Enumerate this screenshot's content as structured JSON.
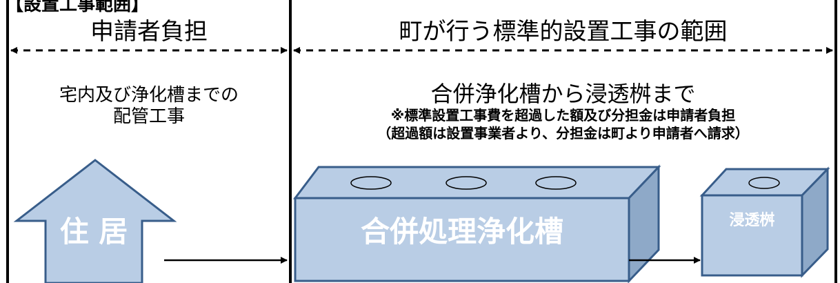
{
  "header_partial": "【設置工事範囲】",
  "sections": {
    "left": {
      "title": "申請者負担",
      "description_line1": "宅内及び浄化槽までの",
      "description_line2": "配管工事"
    },
    "right": {
      "title": "町が行う標準的設置工事の範囲",
      "description": "合併浄化槽から浸透桝まで",
      "note_line1": "※標準設置工事費を超過した額及び分担金は申請者負担",
      "note_line2": "（超過額は設置事業者より、分担金は町より申請者へ請求）"
    }
  },
  "objects": {
    "house_label": "住 居",
    "tank_label": "合併処理浄化槽",
    "basin_label": "浸透桝"
  },
  "colors": {
    "box_face": "#b9cde5",
    "box_side": "#8ea9c8",
    "box_stroke": "#385d8a",
    "line": "#000000",
    "label_white": "#ffffff"
  }
}
